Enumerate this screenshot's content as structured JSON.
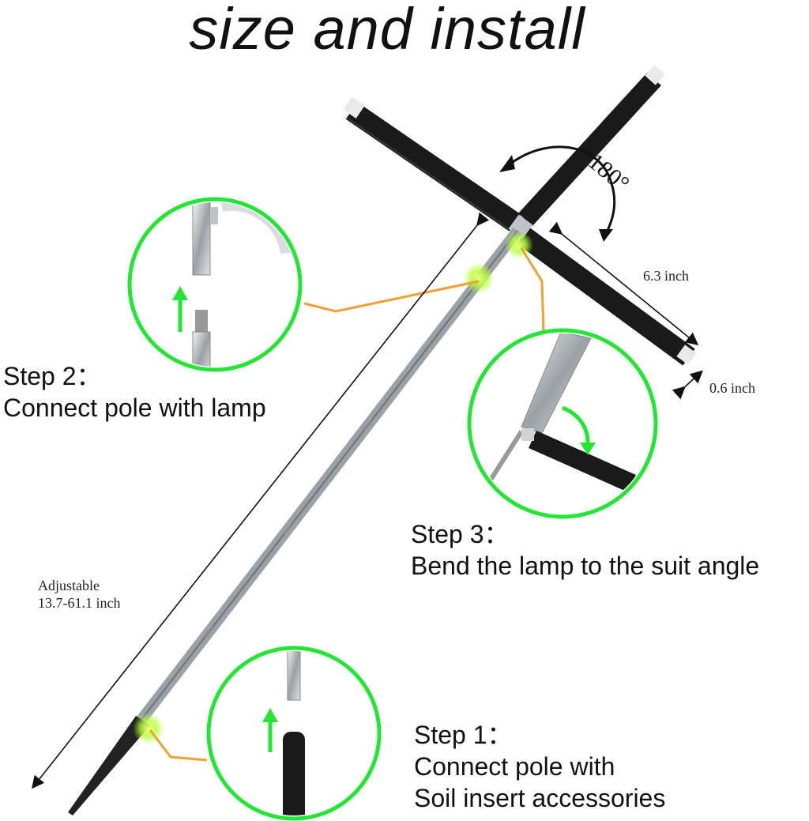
{
  "title": "size and install",
  "steps": {
    "step2": {
      "heading": "Step 2：",
      "text": "Connect pole with lamp"
    },
    "step3": {
      "heading": "Step 3：",
      "text": "Bend the lamp to  the suit angle"
    },
    "step1": {
      "heading": "Step 1：",
      "lines": [
        "Connect pole with",
        "Soil insert accessories"
      ]
    }
  },
  "dimensions": {
    "angle": "180°",
    "arm_length": "6.3 inch",
    "arm_width": "0.6 inch",
    "pole_label": "Adjustable",
    "pole_range": "13.7-61.1 inch"
  },
  "colors": {
    "highlight_green": "#22e633",
    "glow": "#b8ff3c",
    "leader_orange": "#f0a030",
    "lamp_black": "#1a1a1a",
    "steel": "#c8ccd0"
  },
  "icons": [
    "up-arrow-icon",
    "curved-arrow-icon"
  ]
}
